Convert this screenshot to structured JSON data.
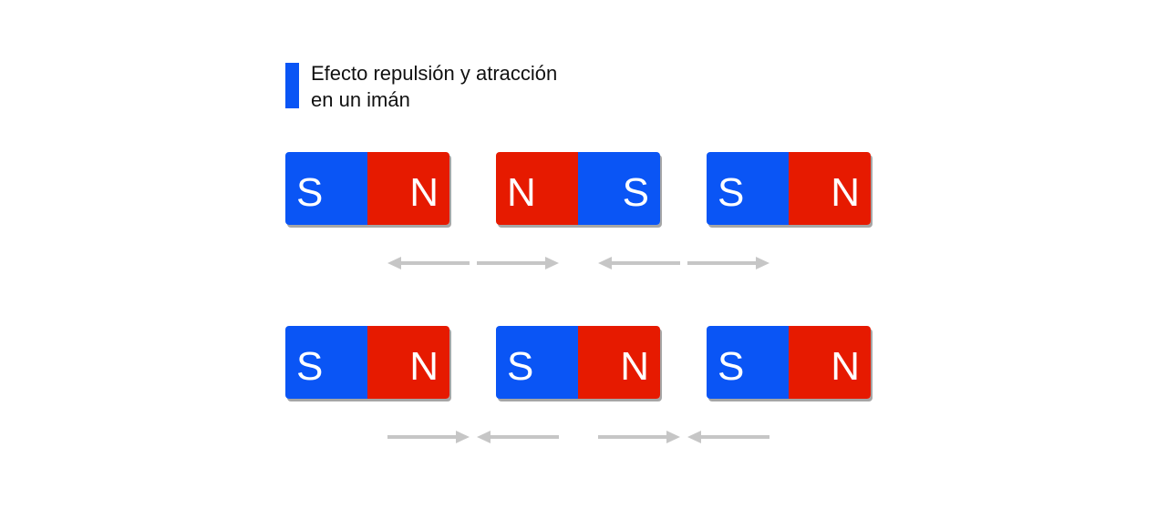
{
  "title": {
    "line1": "Efecto repulsión y atracción",
    "line2": "en un imán"
  },
  "colors": {
    "south": "#0a55f5",
    "north": "#e61a00",
    "arrow": "#c6c6c6",
    "accent": "#0a55f5"
  },
  "rows": [
    {
      "magnets": [
        {
          "left": "S",
          "right": "N"
        },
        {
          "left": "N",
          "right": "S"
        },
        {
          "left": "S",
          "right": "N"
        }
      ],
      "arrows": [
        "left",
        "right",
        "left",
        "right"
      ]
    },
    {
      "magnets": [
        {
          "left": "S",
          "right": "N"
        },
        {
          "left": "S",
          "right": "N"
        },
        {
          "left": "S",
          "right": "N"
        }
      ],
      "arrows": [
        "right",
        "left",
        "right",
        "left"
      ]
    }
  ]
}
